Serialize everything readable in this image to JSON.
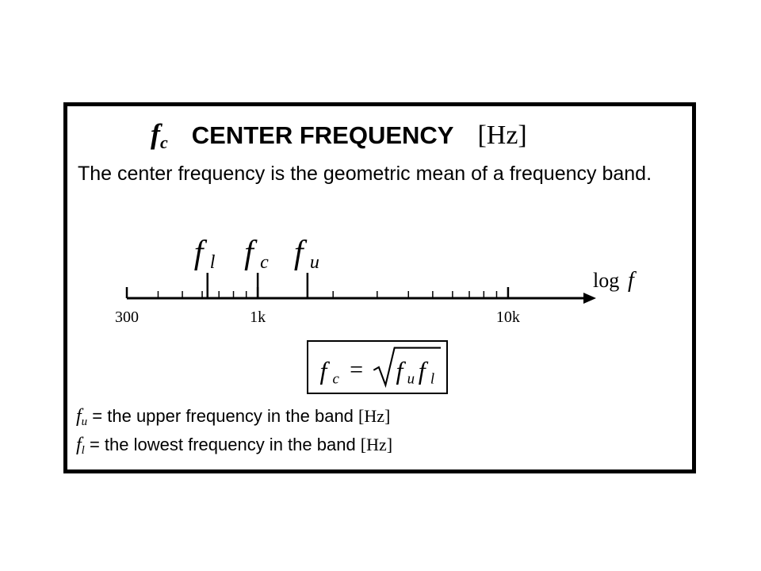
{
  "title": {
    "symbol_base": "f",
    "symbol_sub": "c",
    "text": "CENTER FREQUENCY",
    "unit": "[Hz]"
  },
  "description": "The center frequency is the geometric mean of a frequency band.",
  "axis": {
    "name_prefix": "log",
    "name_var": "f",
    "scale": "log",
    "range": [
      300,
      20000
    ],
    "tick_labels": [
      {
        "text": "300",
        "value": 300
      },
      {
        "text": "1k",
        "value": 1000
      },
      {
        "text": "10k",
        "value": 10000
      }
    ],
    "markers": [
      {
        "base": "f",
        "sub": "l",
        "value": 630
      },
      {
        "base": "f",
        "sub": "c",
        "value": 1000
      },
      {
        "base": "f",
        "sub": "u",
        "value": 1580
      }
    ]
  },
  "formula": {
    "lhs_base": "f",
    "lhs_sub": "c",
    "equals": "=",
    "radicand": [
      {
        "base": "f",
        "sub": "u"
      },
      {
        "base": "f",
        "sub": "l"
      }
    ]
  },
  "definitions": [
    {
      "base": "f",
      "sub": "u",
      "text": " = the upper frequency in the band ",
      "unit": "[Hz]"
    },
    {
      "base": "f",
      "sub": "l",
      "text": " = the lowest frequency in the band ",
      "unit": "[Hz]"
    }
  ],
  "colors": {
    "foreground": "#000000",
    "background": "#ffffff"
  }
}
